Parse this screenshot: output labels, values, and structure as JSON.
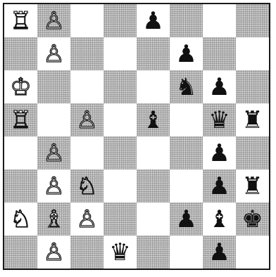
{
  "board": {
    "ranks": [
      [
        "wR",
        "wP",
        "",
        "",
        "bP",
        "",
        "",
        ""
      ],
      [
        "",
        "wP",
        "",
        "",
        "",
        "bP",
        "",
        ""
      ],
      [
        "wK",
        "",
        "",
        "",
        "",
        "bN",
        "bP",
        ""
      ],
      [
        "wR",
        "",
        "wP",
        "",
        "bB",
        "",
        "bQ",
        "bR"
      ],
      [
        "",
        "wP",
        "",
        "",
        "",
        "",
        "bP",
        ""
      ],
      [
        "",
        "wP",
        "wN",
        "",
        "",
        "",
        "bP",
        "bR"
      ],
      [
        "wN",
        "wB",
        "wP",
        "",
        "",
        "bP",
        "bB",
        "bK"
      ],
      [
        "",
        "wP",
        "",
        "bQ",
        "",
        "",
        "bP",
        ""
      ]
    ],
    "glyphs": {
      "wK": "♔",
      "wQ": "♕",
      "wR": "♖",
      "wB": "♗",
      "wN": "♘",
      "wP": "♙",
      "bK": "♚",
      "bQ": "♛",
      "bR": "♜",
      "bB": "♝",
      "bN": "♞",
      "bP": "♟"
    },
    "names": {
      "K": "king",
      "Q": "queen",
      "R": "rook",
      "B": "bishop",
      "N": "knight",
      "P": "pawn"
    },
    "light_color": "#ffffff",
    "dark_color": "#c9c9c9"
  }
}
